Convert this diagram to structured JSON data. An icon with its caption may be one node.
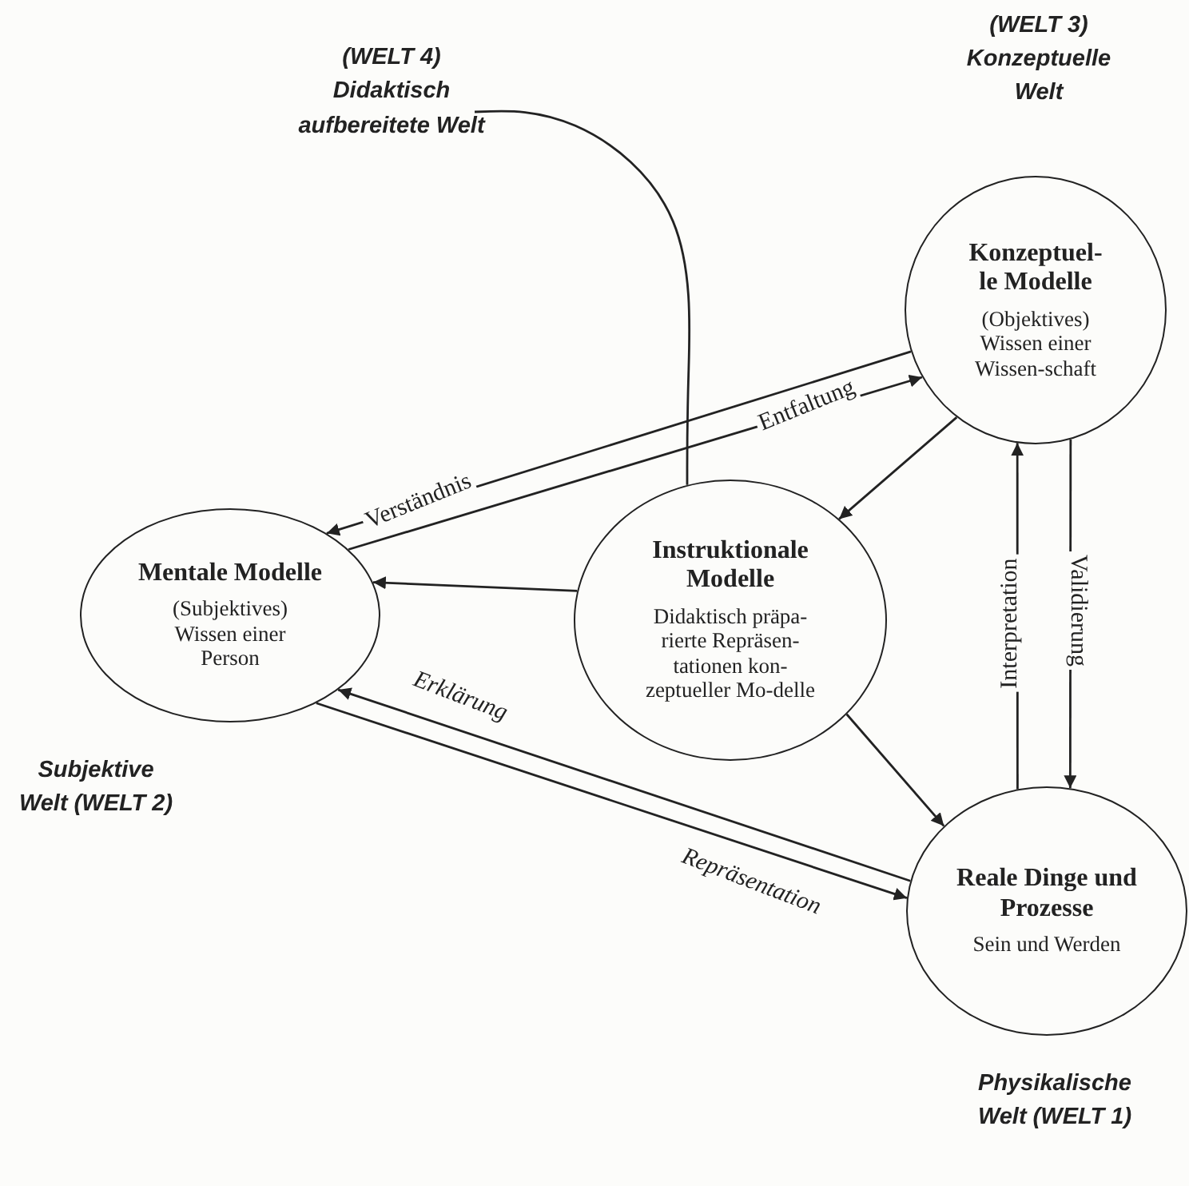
{
  "diagram": {
    "nodes": [
      {
        "text": [
          "Konzeptuel-le Modelle",
          "(Objektives) Wissen einer Wissen-schaft"
        ],
        "beside": [
          "(WELT 3) Konzeptuelle Welt"
        ]
      },
      {
        "text": [
          "(WELT 4) Didaktisch aufbereitete Welt"
        ]
      },
      {
        "text": [
          "Mentale Modelle",
          "(Subjektives) Wissen einer Person"
        ],
        "beside": [
          "Subjektive Welt (WELT 2)"
        ]
      },
      {
        "text": [
          "Instruktionale Modelle",
          "Didaktisch präpa-rierte Repräsen-tationen kon-zeptueller Mo-delle"
        ]
      },
      {
        "text": [
          "Reale Dinge und Prozesse",
          "Sein und Werden"
        ],
        "beside": [
          "Physikalische Welt (WELT 1)"
        ]
      }
    ],
    "edges": [
      {
        "from": 2,
        "to": 0,
        "arrow": "to",
        "label": "Entfaltung"
      },
      {
        "from": 0,
        "to": 2,
        "arrow": "to",
        "label": "Verständnis"
      },
      {
        "from": 1,
        "to": 3,
        "arrow": "none"
      },
      {
        "from": 0,
        "to": 3,
        "arrow": "to"
      },
      {
        "from": 3,
        "to": 2,
        "arrow": "to"
      },
      {
        "from": 3,
        "to": 4,
        "arrow": "to"
      },
      {
        "from": 4,
        "to": 0,
        "arrow": "to",
        "label": "Interpretation"
      },
      {
        "from": 0,
        "to": 4,
        "arrow": "to",
        "label": "Validierung"
      },
      {
        "from": 4,
        "to": 2,
        "arrow": "to",
        "label": "Erklärung"
      },
      {
        "from": 2,
        "to": 4,
        "arrow": "to",
        "label": "Repräsentation"
      }
    ]
  }
}
